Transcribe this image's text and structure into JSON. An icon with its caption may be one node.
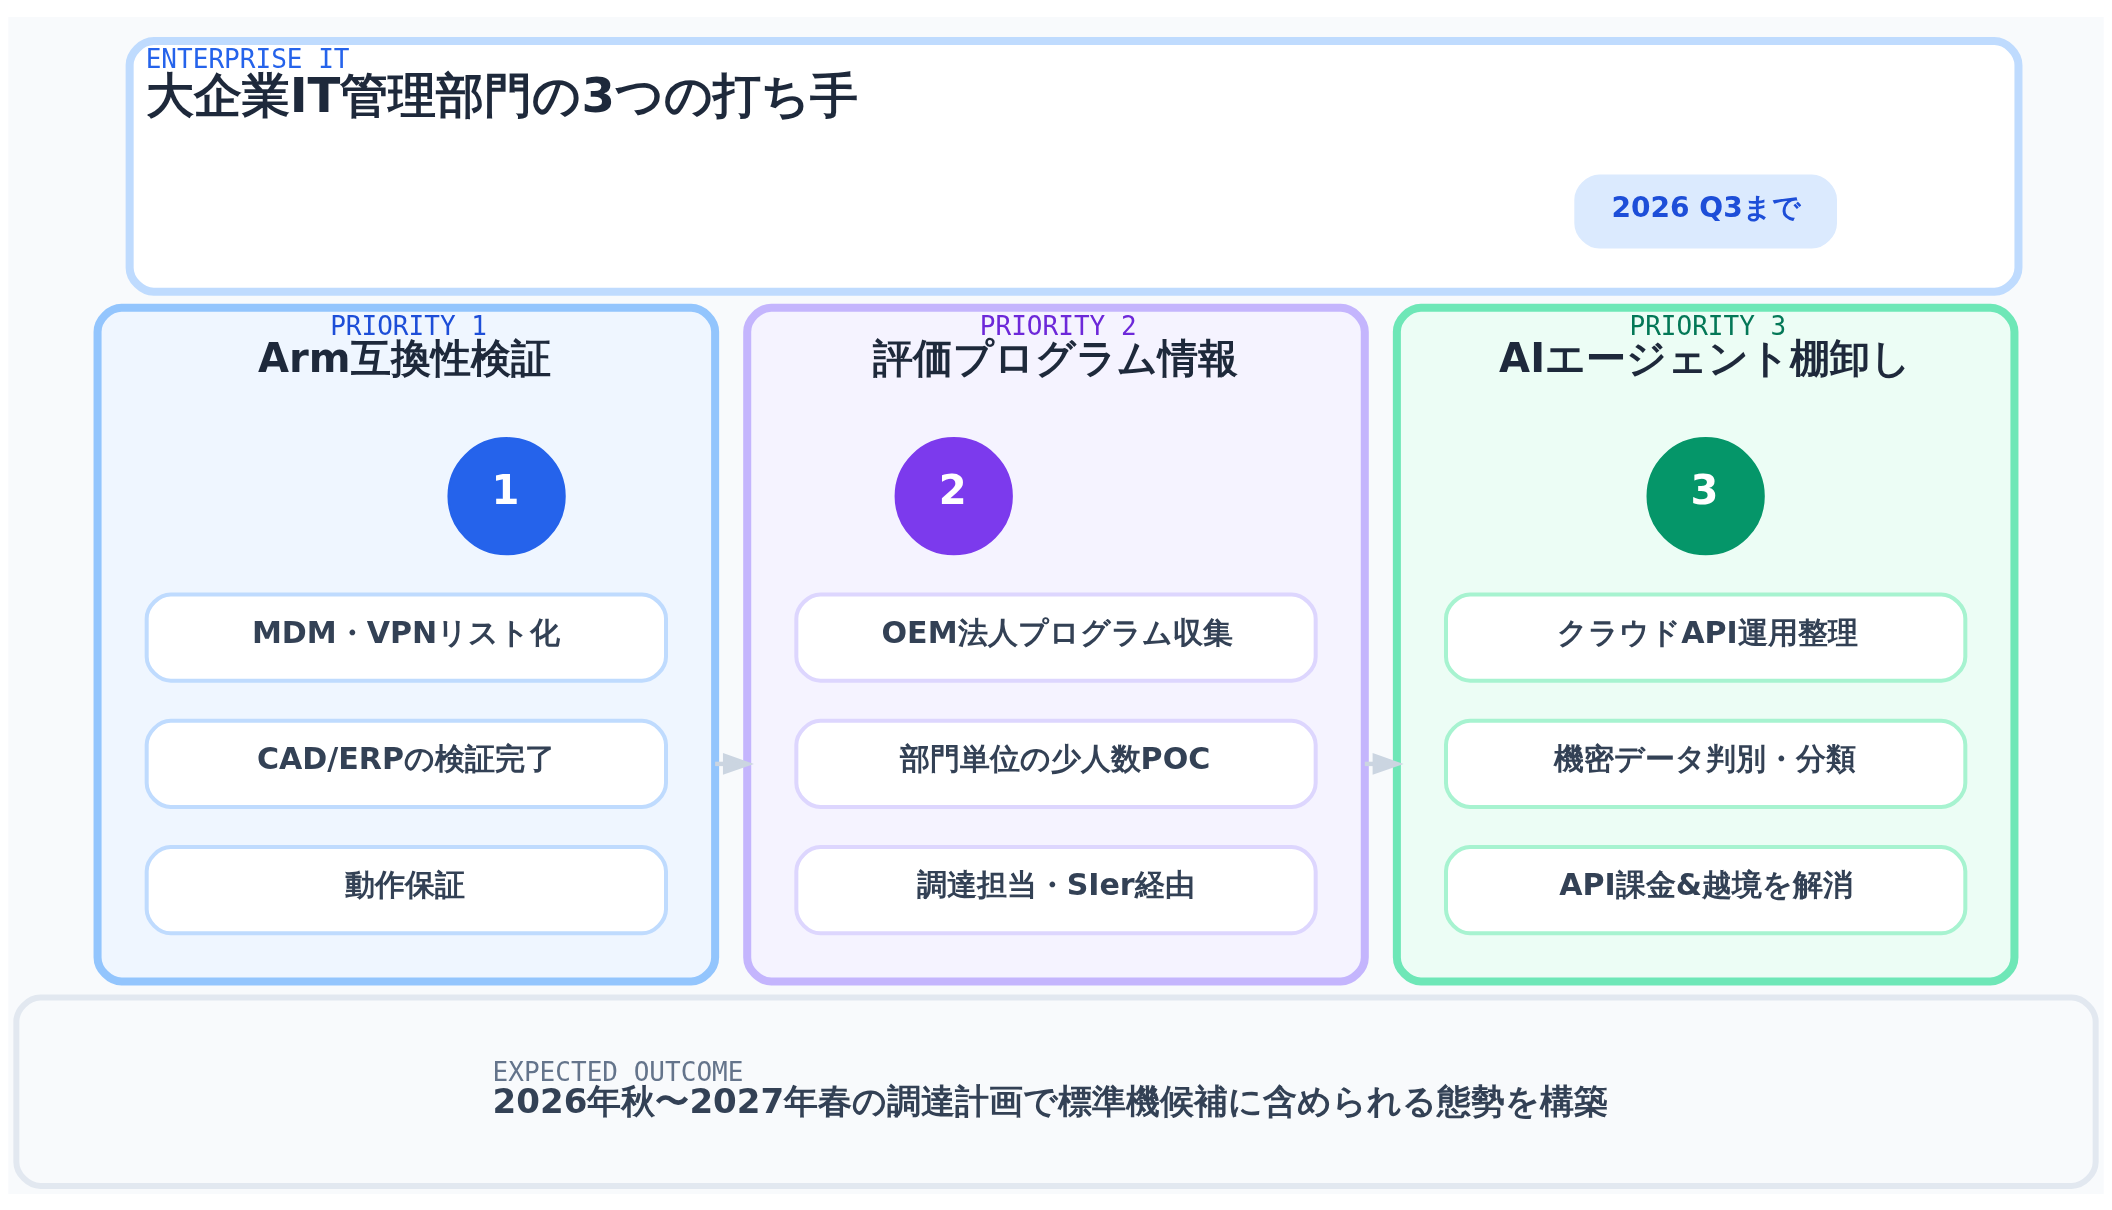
{
  "diagram": {
    "nodes": [
      {
        "text": [
          "ENTERPRISE IT",
          "大企業IT管理部門の3つの打ち手"
        ]
      },
      {
        "text": [
          "2026 Q3まで"
        ],
        "in": 0
      },
      {
        "text": [
          "PRIORITY 1",
          "Arm互換性検証"
        ]
      },
      {
        "text": [
          "1"
        ],
        "in": 2
      },
      {
        "text": [
          "MDM・VPNリスト化"
        ],
        "in": 2
      },
      {
        "text": [
          "CAD/ERPの検証完了"
        ],
        "in": 2
      },
      {
        "text": [
          "動作保証"
        ],
        "in": 2
      },
      {
        "text": [
          "PRIORITY 2",
          "評価プログラム情報"
        ]
      },
      {
        "text": [
          "2"
        ],
        "in": 7
      },
      {
        "text": [
          "OEM法人プログラム収集"
        ],
        "in": 7
      },
      {
        "text": [
          "部門単位の少人数POC"
        ],
        "in": 7
      },
      {
        "text": [
          "調達担当・SIer経由"
        ],
        "in": 7
      },
      {
        "text": [
          "PRIORITY 3",
          "AIエージェント棚卸し"
        ]
      },
      {
        "text": [
          "3"
        ],
        "in": 12
      },
      {
        "text": [
          "クラウドAPI運用整理"
        ],
        "in": 12
      },
      {
        "text": [
          "機密データ判別・分類"
        ],
        "in": 12
      },
      {
        "text": [
          "API課金&越境を解消"
        ],
        "in": 12
      },
      {
        "text": [
          "EXPECTED OUTCOME",
          "2026年秋〜2027年春の調達計画で標準機候補に含められる態勢を構築"
        ]
      }
    ],
    "edges": [
      {
        "from": 2,
        "to": 7,
        "arrow": "to"
      },
      {
        "from": 7,
        "to": 12,
        "arrow": "to"
      }
    ]
  }
}
